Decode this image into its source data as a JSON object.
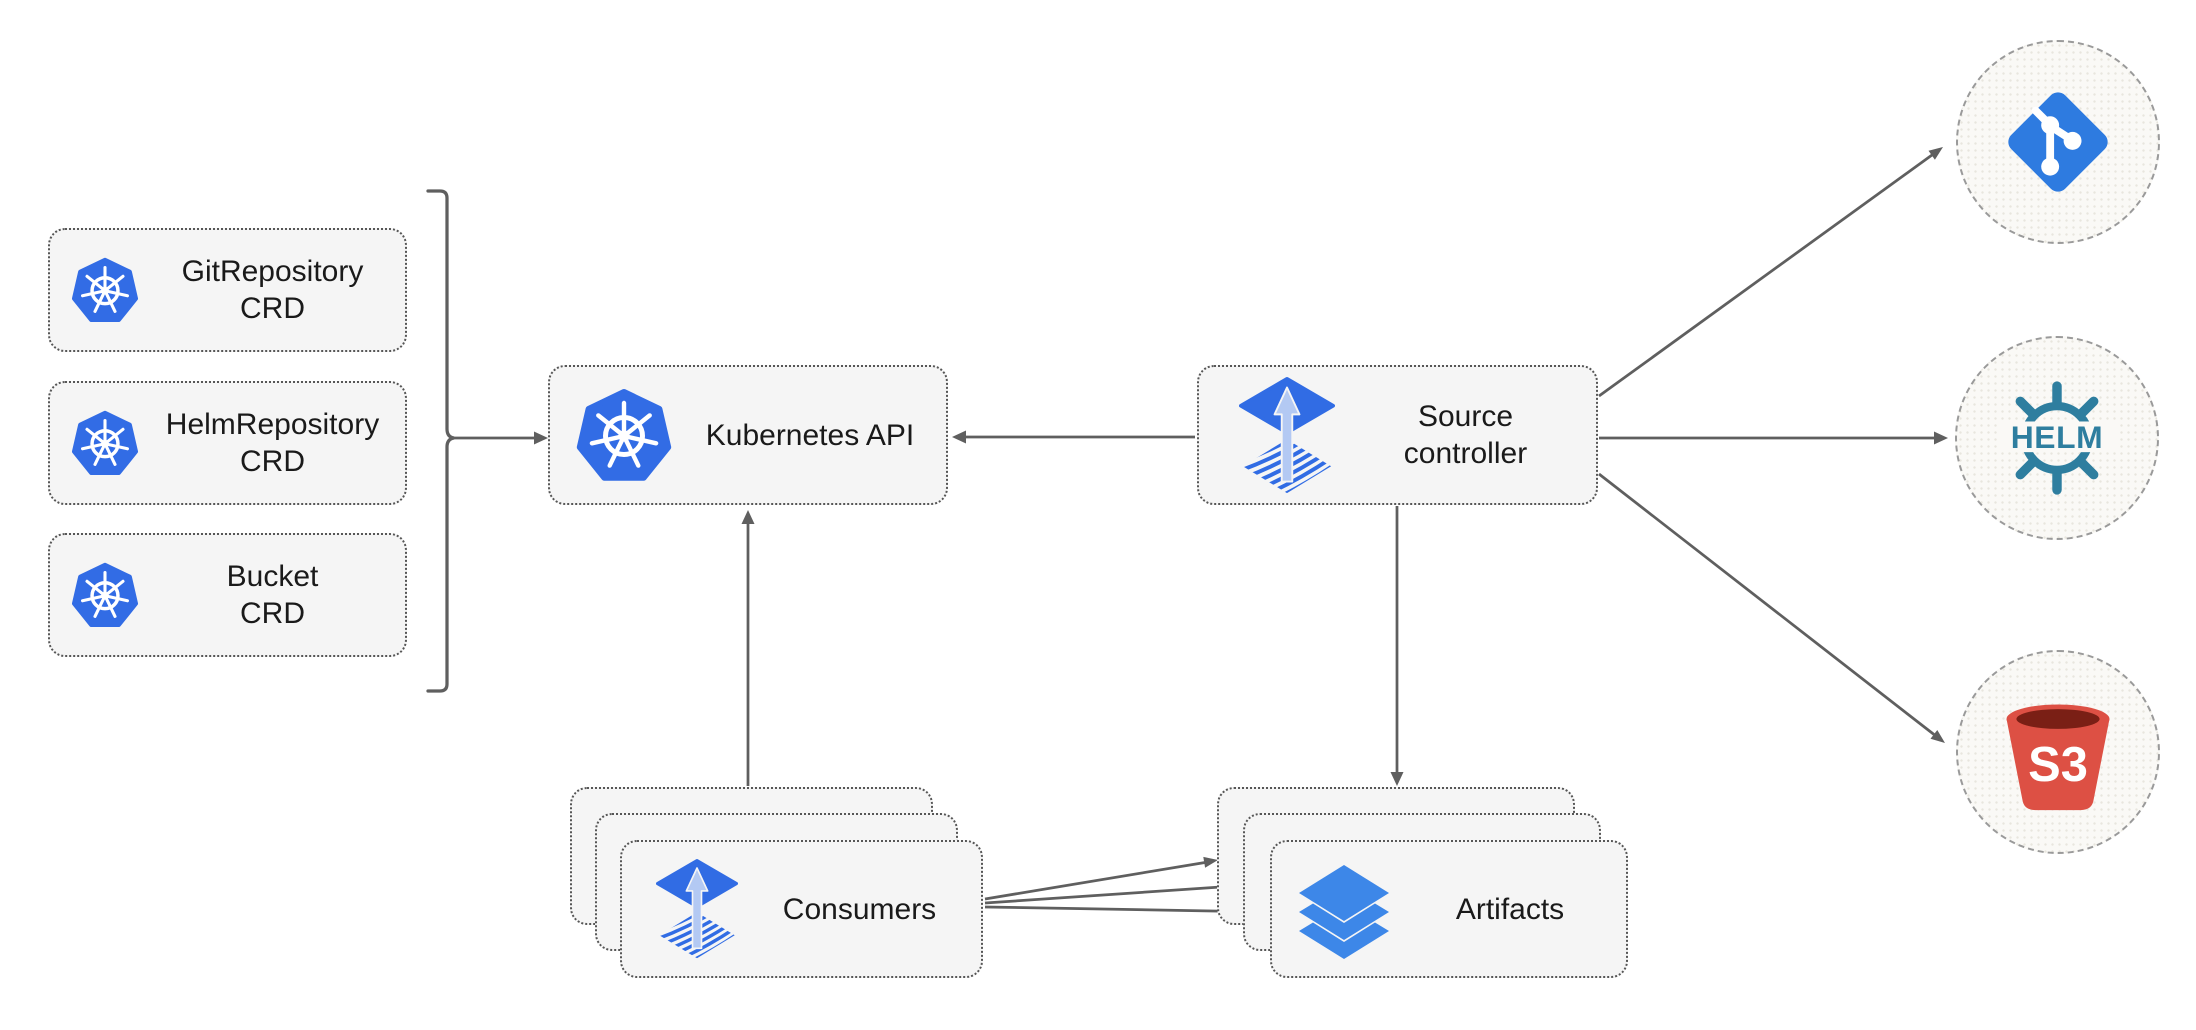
{
  "colors": {
    "box-fill": "#f5f5f5",
    "box-border": "#565656",
    "circle-fill": "#faf9f6",
    "circle-border": "#9a9a9a",
    "arrow": "#5f5f5f",
    "text": "#1a1a1a",
    "k8s-blue": "#326ce5",
    "flux-blue": "#316ce4",
    "flux-arrow-light": "#b3c9f3",
    "layers-blue": "#3d87e8",
    "git-blue": "#2e7be0",
    "helm-teal": "#2e7e9f",
    "s3-red": "#dd5044",
    "s3-dark-red": "#7a1f15"
  },
  "crd_boxes": [
    {
      "line1": "GitRepository",
      "line2": "CRD"
    },
    {
      "line1": "HelmRepository",
      "line2": "CRD"
    },
    {
      "line1": "Bucket",
      "line2": "CRD"
    }
  ],
  "kubernetes_api": {
    "label": "Kubernetes API"
  },
  "source_controller": {
    "line1": "Source",
    "line2": "controller"
  },
  "consumers": {
    "label": "Consumers"
  },
  "artifacts": {
    "label": "Artifacts"
  },
  "external": {
    "git": {
      "name": "git"
    },
    "helm": {
      "name": "helm",
      "text": "HELM"
    },
    "s3": {
      "name": "s3",
      "text": "S3"
    }
  }
}
